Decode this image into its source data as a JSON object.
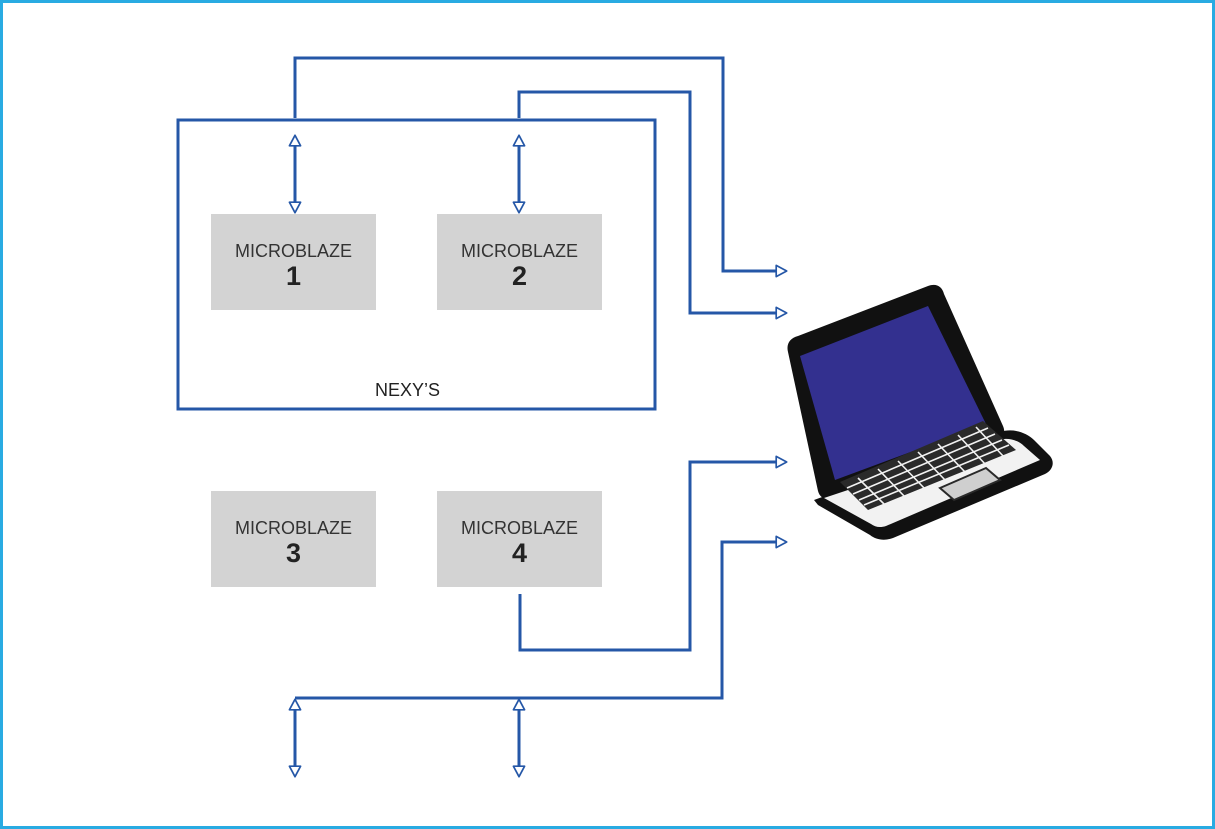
{
  "colors": {
    "frame": "#29abe2",
    "line": "#2557a7",
    "box": "#d3d3d3",
    "screen": "#33308f"
  },
  "group": {
    "label": "NEXY’S"
  },
  "boxes": [
    {
      "name": "MICROBLAZE",
      "number": "1"
    },
    {
      "name": "MICROBLAZE",
      "number": "2"
    },
    {
      "name": "MICROBLAZE",
      "number": "3"
    },
    {
      "name": "MICROBLAZE",
      "number": "4"
    }
  ],
  "icons": {
    "computer": "laptop-icon"
  }
}
